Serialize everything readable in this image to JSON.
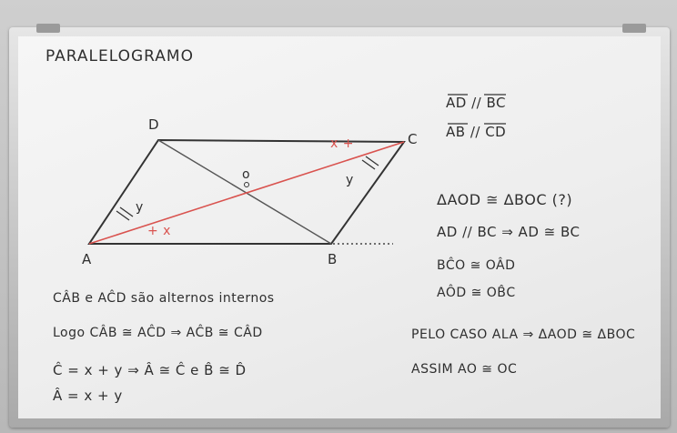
{
  "board": {
    "title": "PARALELOGRAMO",
    "colors": {
      "ink": "#2f2f2f",
      "red_ink": "#d9534f",
      "board": "#f1f1f1",
      "frame": "#b3b3b3"
    },
    "figure": {
      "vertices": {
        "a": "A",
        "b": "B",
        "c": "C",
        "d": "D"
      },
      "center": "o",
      "marks": {
        "near_c_red": "x +",
        "near_a_red": "+ x",
        "near_c_y": "y",
        "near_a_y": "y"
      }
    },
    "right_notes": {
      "parallel_1": "AD // BC",
      "parallel_2": "AB // CD",
      "claim": "ΔAOD ≅ ΔBOC (?)",
      "step_1": "AD // BC ⇒ AD ≅ BC",
      "step_2": "BĈO ≅ OÂD",
      "step_3": "AÔD ≅ OB̂C",
      "case": "PELO CASO ALA ⇒ ΔAOD ≅ ΔBOC",
      "conclusion": "ASSIM AO ≅ OC"
    },
    "left_notes": {
      "line_1": "CÂB e AĈD são alternos internos",
      "line_2": "Logo CÂB ≅ AĈD ⇒ AĈB ≅ CÂD",
      "line_3": "Ĉ = x + y ⇒ Â ≅ Ĉ e B̂ ≅ D̂",
      "line_4": "Â = x + y"
    }
  }
}
